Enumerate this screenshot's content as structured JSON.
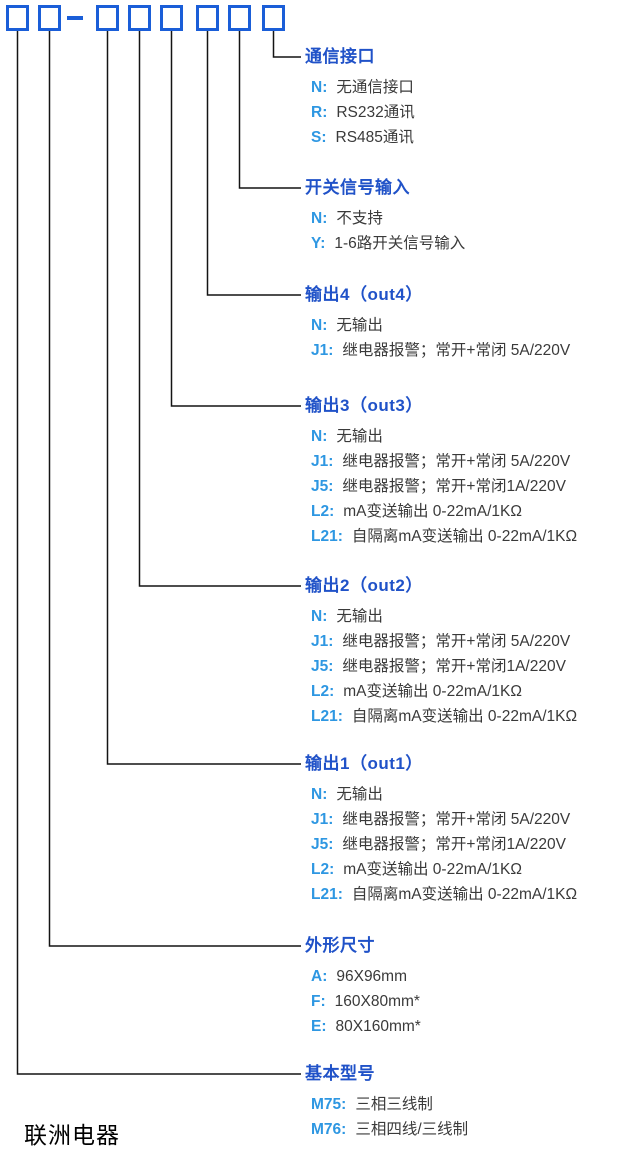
{
  "sections": [
    {
      "id": "comm-interface",
      "title": "通信接口",
      "options": [
        {
          "code": "N:",
          "desc": "无通信接口"
        },
        {
          "code": "R:",
          "desc": "RS232通讯"
        },
        {
          "code": "S:",
          "desc": "RS485通讯"
        }
      ]
    },
    {
      "id": "switch-signal-input",
      "title": "开关信号输入",
      "options": [
        {
          "code": "N:",
          "desc": "不支持"
        },
        {
          "code": "Y:",
          "desc": "1-6路开关信号输入"
        }
      ]
    },
    {
      "id": "output4",
      "title": "输出4（out4）",
      "options": [
        {
          "code": "N:",
          "desc": "无输出"
        },
        {
          "code": "J1:",
          "desc": "继电器报警；常开+常闭 5A/220V"
        }
      ]
    },
    {
      "id": "output3",
      "title": "输出3（out3）",
      "options": [
        {
          "code": "N:",
          "desc": "无输出"
        },
        {
          "code": "J1:",
          "desc": "继电器报警；常开+常闭 5A/220V"
        },
        {
          "code": "J5:",
          "desc": "继电器报警；常开+常闭1A/220V"
        },
        {
          "code": "L2:",
          "desc": "mA变送输出 0-22mA/1KΩ"
        },
        {
          "code": "L21:",
          "desc": "自隔离mA变送输出 0-22mA/1KΩ"
        }
      ]
    },
    {
      "id": "output2",
      "title": "输出2（out2）",
      "options": [
        {
          "code": "N:",
          "desc": "无输出"
        },
        {
          "code": "J1:",
          "desc": "继电器报警；常开+常闭 5A/220V"
        },
        {
          "code": "J5:",
          "desc": "继电器报警；常开+常闭1A/220V"
        },
        {
          "code": "L2:",
          "desc": "mA变送输出 0-22mA/1KΩ"
        },
        {
          "code": "L21:",
          "desc": "自隔离mA变送输出 0-22mA/1KΩ"
        }
      ]
    },
    {
      "id": "output1",
      "title": "输出1（out1）",
      "options": [
        {
          "code": "N:",
          "desc": "无输出"
        },
        {
          "code": "J1:",
          "desc": "继电器报警；常开+常闭 5A/220V"
        },
        {
          "code": "J5:",
          "desc": "继电器报警；常开+常闭1A/220V"
        },
        {
          "code": "L2:",
          "desc": "mA变送输出 0-22mA/1KΩ"
        },
        {
          "code": "L21:",
          "desc": "自隔离mA变送输出 0-22mA/1KΩ"
        }
      ]
    },
    {
      "id": "dimensions",
      "title": "外形尺寸",
      "options": [
        {
          "code": "A:",
          "desc": "96X96mm"
        },
        {
          "code": "F:",
          "desc": "160X80mm*"
        },
        {
          "code": "E:",
          "desc": "80X160mm*"
        }
      ]
    },
    {
      "id": "base-model",
      "title": "基本型号",
      "options": [
        {
          "code": "M75:",
          "desc": "三相三线制"
        },
        {
          "code": "M76:",
          "desc": "三相四线/三线制"
        }
      ]
    }
  ],
  "brand": "联洲电器",
  "colors": {
    "box_border": "#1a5ed8",
    "section_title": "#2052c8",
    "option_code": "#2e97e2",
    "body_text": "#3a3a3a",
    "connector_line": "#141414"
  }
}
